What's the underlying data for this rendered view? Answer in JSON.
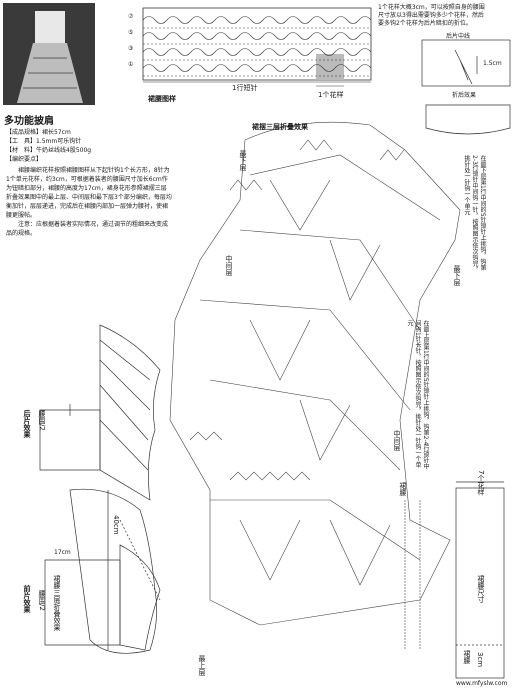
{
  "pattern_title": "多功能披肩",
  "specs": [
    {
      "label": "【成品规格】",
      "value": "裙长57cm"
    },
    {
      "label": "【工　具】",
      "value": "1.5mm可乐钩针"
    },
    {
      "label": "【材　料】",
      "value": "牛奶丝线线4股500g"
    },
    {
      "label": "【编织要点】",
      "value": ""
    }
  ],
  "instructions": [
    "裙腰编织花样按照裙腰图样从下起针钩1个长方形，8针为1个单元花样，约3cm，可根据着装者的腰围尺寸加长6cm作为钮暗扣部分，裙腰的高度为17cm，裙身花形参照裙摆三层折叠效果图中的最上层、中间层和最下层3个部分编织，每层均衡加针，层层递进，完成后在裙腰内部加一层弹力腰衬，使裙腰更服帖。",
    "注意：应根据着装者实际情况，通过调节的粗细来改变成品的规格。"
  ],
  "top_notes": [
    "1个花样大概3cm，可以按照自身的腰围",
    "尺寸放以3得出需要钩多少个花样，然后",
    "要多钩2个花样为后片暗扣的折位。"
  ],
  "waist_chart": {
    "title": "裙腰图样",
    "row_labels": [
      "⑦",
      "⑤",
      "③",
      "①"
    ],
    "chain_label": "1行短针",
    "repeat_label": "1个花样"
  },
  "fold_small": {
    "label": "后片中线",
    "size": "1.5cm",
    "caption": "折后效果"
  },
  "skirt_chart": {
    "title": "裙摆三层折叠效果",
    "bottom_layer": "最下层",
    "middle_layer": "中间层",
    "top_layer": "最上层",
    "waist": "裙腰",
    "bottom_note": "在最下层第1行中间的5针锁针上挑钩，钩第2-3行锁针中间钩一针，按照图示依次钩完，挑针处一针钩一个单元",
    "middle_note_title": "中间层",
    "middle_note": "在最上层第1行中间的5针锁针上挑钩，钩第2-4行锁针中间钩1针长针，按照图示依次钩完，挑针处一针钩一个单元"
  },
  "back_view": {
    "title": "后片效果",
    "label": "腰围/2"
  },
  "front_view": {
    "title": "前片效果",
    "waist_label": "腰围/2",
    "layer_label": "裙腰三层折叠效果",
    "height": "17cm",
    "length": "40cm"
  },
  "strip": {
    "top": "7个花样",
    "middle": "裙腰尺寸",
    "side": "裙腰",
    "bottom": "3cm"
  },
  "watermark": "www.mfyslw.com"
}
